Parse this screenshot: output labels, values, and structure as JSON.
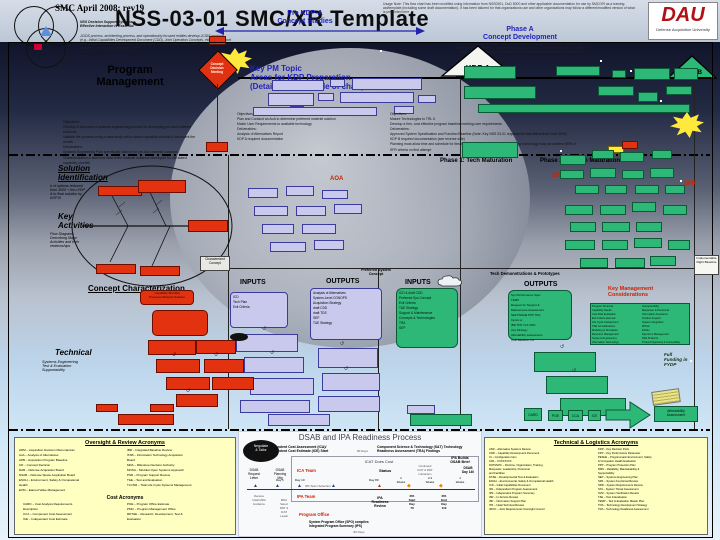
{
  "colors": {
    "lavender": "#c9c9ee",
    "green": "#2eb878",
    "red": "#e23210",
    "panel_yellow": "#ffffc2",
    "blue_text": "#2222bb",
    "red_text": "#cc2200",
    "dau_red": "#b01116"
  },
  "header": {
    "rev": "SMC April 2008; rev19",
    "title": "NSS-03-01 SMC/XR Template",
    "usage_note": "Usage Note:  This flow chart has been modified using information from NSS0301, DoD 5000 and other applicable documentation for use by SMC/XR as a training aid/template (including some draft documentation).  It has been tailored for that organizations use and other organizations may follow a different/modified version of what is presented here",
    "dau": {
      "label": "DAU",
      "caption": "Defense Acquisition University"
    }
  },
  "venn": {
    "caption": "NSS Decision Support Systems\nEffective Interaction is Essential",
    "jcids": "JCIDS process, architecting process, and operationally focused entities develop JCIDS products (e.g., Initial Capabilities Development Document (CDD), Joint Operation Concepts, etc.) with support from space acquisition organizations as requested. Once it is clear that a space system needs to be acquired, JS will notify DoD Space MDA."
  },
  "phases": {
    "pre_kdpa": "Pre KDP-A\nConcept Studies",
    "phase_a_title": "Phase A\nConcept Development",
    "phase_a_desc": "Includes concept studies, assessments and requirements (e.g., technology development, Capability Development Document). During this phase, baseline development is mature enough to enter the formal acquisition process.",
    "kdp_a": "KDP A",
    "kdp_b": "KDP B",
    "concept_decision": "Concept\nDecision\nMeeting"
  },
  "pm": {
    "label": "Program\nManagement",
    "key_pm_topic": "Key PM Topic\nAreas for KDP Preparation\n(Details on back side of chart)",
    "obj1": [
      "Objectives:",
      "   Develop & document a systems engineering process for developing pre-AoA materiel",
      "   solutions",
      "   Validate the process using a case study with a stated capability shortfall & document the",
      "   results",
      "Deliverables:",
      "   Systems Engineering Plan specifically tailored for pre-AoA materiel concepts",
      "   Characterization & technical data of the materiel solutions developed for the stated",
      "   capability shortfall"
    ],
    "obj2": [
      "Objectives:",
      "   Plan and Conduct an AoA to determine preferred materiel solution",
      "   Match User Requirements to available technology",
      "Deliverables:",
      "   Analysis of Alternatives Report",
      "   KDP A required documentation"
    ],
    "obj3": [
      "Objectives:",
      "   Mature Technologies to TRL 6",
      "   Develop a firm, cost effective program baseline meeting user requirements",
      "Deliverables:",
      "   Approved System Specification and Function Baseline (Note:  Key NSS 03-01 requirement that differs from DoD 5000)",
      "   KDP B required documentation (see reverse side)",
      "   Planning must allow time and schedule for iterative technology development – Maturing technology may not achieve SRR or",
      "   SFR criteria on first attempt"
    ]
  },
  "lanes": {
    "solution_id_title": "Solution\nIdentification",
    "solution_id_note": "# of options reduced\nfrom 1000 + thru KDP\nA to final solution by\nKDP B",
    "key_activities_title": "Key\nActivities",
    "key_activities_note": "Flow Diagrams\nDescribing Major\nActivities and their\nrelationships",
    "concept_characterization": "Concept Characterization",
    "technical_title": "Technical",
    "technical_note": "Systems Engineering\nTest & Evaluation\nSupportability",
    "phase1": "Phase 1:  Tech Maturation",
    "phase2": "Phase 2:  System Maturation",
    "aoa": "AOA",
    "srr": "SRR",
    "sfr": "SFR"
  },
  "io": {
    "inputs_label": "INPUTS",
    "outputs_label": "OUTPUTS",
    "preferred_concept": "Preferred System\nConcept",
    "characterized_concept": "Characterized\nConcept",
    "tech_demos": "Tech Demonstrations & Prototypes",
    "left_inputs": [
      "ICD",
      "Tech Plan",
      "Exit Criteria"
    ],
    "left_outputs": [
      "Analysis of Alternatives",
      "System-Level CONOPS",
      "Acquisition Strategy",
      "draft CDD",
      "draft TDS",
      "SEP",
      "T&E Strategy"
    ],
    "right_inputs": [
      "ICD & draft CDD",
      "Preferred Sys Concept",
      "Exit Criteria",
      "T&E Strategy",
      "Support & Maintenance",
      "Concepts & Technologies",
      "TRA",
      "SEP"
    ],
    "right_outputs": [
      "Sys Performance Spec",
      "TEMP",
      "Request for Support &",
      "Maintenance Assessment",
      "SEP  PESHE  PPP  TRA",
      "Inputs to:",
      "  IBR  TDS  TLS  CDD",
      "Acq Strategy",
      "Affordability Assessment",
      "Cost Baseline, LR"
    ],
    "key_mgmt_title": "Key Management\nConsiderations",
    "km_col1": [
      "Program Structure",
      "Capability Needs",
      "Cost Risk Evaluation",
      "Exit Criteria planned",
      "Life Cycle Sustainment",
      "T&E Considerations",
      "Modeling & Simulation",
      "Resource Management",
      "Systems Engineering",
      "Information Technology"
    ],
    "km_col2": [
      "Interoperability",
      "Manpower & Personnel",
      "Information Assurance",
      "Product Support",
      "System Integration",
      "MOSA",
      "ESOH",
      "Spectrum Management",
      "Risk Products",
      "Threat Projections & Survivability"
    ],
    "capability_shortfall": "Capability Shortfall\nProposed Materiel Solution"
  },
  "right_margin": {
    "implementable": "Implementable\nRight Baseline",
    "full_funding": "Full\nFunding in\nFYDP",
    "affordability": "Affordability\nAssessment",
    "cost_chain": [
      "CARD",
      "POE",
      "CCA",
      "ICE"
    ]
  },
  "dsab": {
    "title": "DSAB and IPA Readiness Process",
    "sub_left": "Independent Cost Assessment (ICA)/\nIndependent Cost Estimate (ICE) Start",
    "days90": "90 Days",
    "sub_right": "Component Science & Technology (S&T) Technology\nReadiness Assessment (TRA) Findings",
    "bubble": "Negotiate\n& Tailor",
    "icat": "ICAT Does Cost",
    "status": "Status",
    "continued": "Continued\nICAT & IPAT\ninteraction",
    "ipa_builds": "IPA Builds\nDSAB Brief",
    "req_letter": "DSAB\nRequest\nLetter",
    "planning": "DSAB\nPlanning\nMtg",
    "day1": "Day 1",
    "day10": "Day 10",
    "day80": "Day 80",
    "team_sel": "IPA Team Selection",
    "ica_team": "ICA Team",
    "ipa_team": "IPA Team",
    "prog_office": "Program Office",
    "readiness": "IPA\nReadiness\nReview",
    "ipa_start": "IPA\nStart\nDay\n70",
    "ipa_end": "IPA\nEnd\nDay\n110",
    "w2": "2\nWeeks",
    "w23": "2-3\nWeeks",
    "w4": "4\nWeeks",
    "dsab_day": "DSAB\nDay 140",
    "receive": "Receive\nInitial MDA\nGuidance",
    "mda_sel": "MDA\nSelect\nIPAT &\nICAT\nLeads",
    "spo": "System Program Office (SPO) compiles\nIntegrated Program Summary (IPS)",
    "days80": "80 Days"
  },
  "panels": {
    "oversight": {
      "title": "Oversight & Review Acronyms",
      "col1": [
        "ADM – Acquisition Decision Memorandum",
        "AoA – Analysis of Alternatives",
        "APB – Acquisition Program Baseline",
        "CD – Concept Decision",
        "DAB – Defense Acquisition Board",
        "DSAB – Defense Space Acquisition Board",
        "ESOH – Environment, Safety & Occupational",
        "          Health",
        "EVM – Earned Value Management"
      ],
      "col2": [
        "IBR – Integrated Baseline Review",
        "ITAB – Information Technology Acquisition",
        "          Board",
        "MDA – Milestone Decision Authority",
        "MOSA – Modular Open Systems Approach",
        "PSR – Program Support Review",
        "T&E – Test and Evaluation",
        "TLCSM – Total Life Cycle Systems Management"
      ]
    },
    "cost": {
      "title": "Cost Acronyms",
      "col1": [
        "CARD – Cost Analysis Requirements",
        "             Description",
        "CCA – Component Cost Assessment",
        "ICE – Independent Cost Estimate"
      ],
      "col2": [
        "POE – Program Office Estimate",
        "PMO – Program Management Office",
        "RDT&E – Research, Development, Test &",
        "             Evaluation"
      ]
    },
    "techlog": {
      "title": "Technical & Logistics Acronyms",
      "col1": [
        "ASR – Alternative Systems Review",
        "CDD – Capability Development Document",
        "CI – Configuration Item",
        "CPA – XXXXXXXX",
        "DOTMLPF – Doctrine, Organization, Training,",
        "            Manpower, Leadership, Personnel",
        "            and Facilities",
        "DT&E – Developmental Test & Evaluation",
        "ESOH – Environmental, Safety & Occupational Health",
        "ICD – Initial Capabilities Document",
        "IPA – Independent Program Assessment",
        "IPS – Independent Program Summary",
        "ISR – In-Service Review",
        "ISP – Information Support Plan",
        "ITR – Initial Technical Review",
        "JROC – Joint Requirements Oversight Council"
      ],
      "col2": [
        "KDP – Key Decision Point",
        "KPP – Key Performance Parameter",
        "PESHE – Programmatic Environment, Safety",
        "            & Occupation Health Evaluation",
        "PPP – Program Protection Plan",
        "RMS – Reliability, Maintainability &",
        "            Supportability",
        "SEP – Systems Engineering Plan",
        "SFR – System Functional Review",
        "SRR – System Requirements Review",
        "STA – System Threat Assessment",
        "SVR – System Verification Review",
        "T&E – Test & Evaluation",
        "TEMP – Test & Evaluation Master Plan",
        "TDS – Technology Development Strategy",
        "TRA – Technology Readiness Assessment"
      ]
    }
  }
}
